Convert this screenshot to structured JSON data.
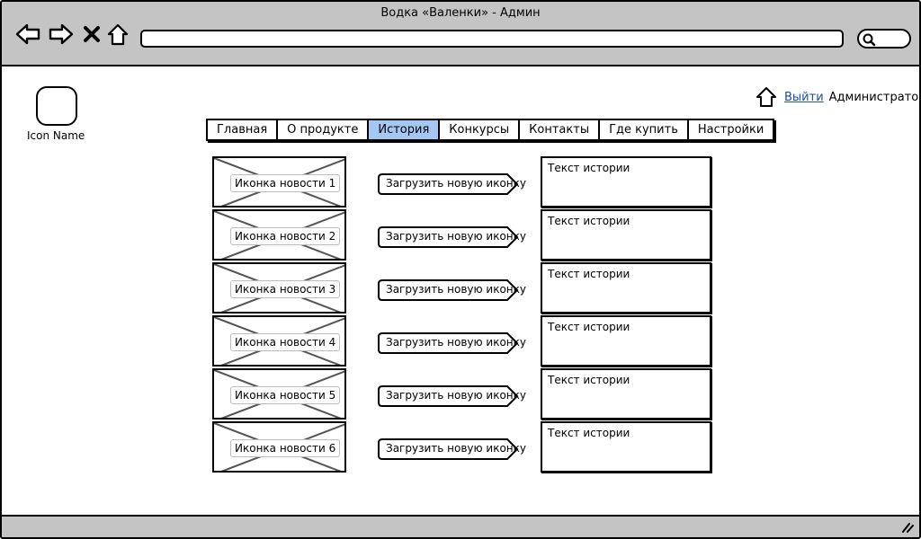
{
  "window": {
    "title": "Водка «Валенки» - Админ"
  },
  "toolbar": {
    "back_icon": "back-arrow-icon",
    "forward_icon": "forward-arrow-icon",
    "stop_icon": "close-icon",
    "home_icon": "home-icon",
    "address": "",
    "search_icon": "search-icon"
  },
  "brand": {
    "icon_label": "Icon Name"
  },
  "user": {
    "logout_label": "Выйти",
    "role": "Администратор"
  },
  "tabs": [
    {
      "label": "Главная",
      "active": false
    },
    {
      "label": "О продукте",
      "active": false
    },
    {
      "label": "История",
      "active": true
    },
    {
      "label": "Конкурсы",
      "active": false
    },
    {
      "label": "Контакты",
      "active": false
    },
    {
      "label": "Где купить",
      "active": false
    },
    {
      "label": "Настройки",
      "active": false
    }
  ],
  "stories": [
    {
      "image_label": "Иконка новости 1",
      "upload_label": "Загрузить новую иконку",
      "text": "Текст истории"
    },
    {
      "image_label": "Иконка новости 2",
      "upload_label": "Загрузить новую иконку",
      "text": "Текст истории"
    },
    {
      "image_label": "Иконка новости 3",
      "upload_label": "Загрузить новую иконку",
      "text": "Текст истории"
    },
    {
      "image_label": "Иконка новости 4",
      "upload_label": "Загрузить новую иконку",
      "text": "Текст истории"
    },
    {
      "image_label": "Иконка новости 5",
      "upload_label": "Загрузить новую иконку",
      "text": "Текст истории"
    },
    {
      "image_label": "Иконка новости 6",
      "upload_label": "Загрузить новую иконку",
      "text": "Текст истории"
    }
  ],
  "colors": {
    "chrome": "#c4c4c4",
    "active_tab": "#a4c7f4",
    "link": "#1a4fa0"
  }
}
